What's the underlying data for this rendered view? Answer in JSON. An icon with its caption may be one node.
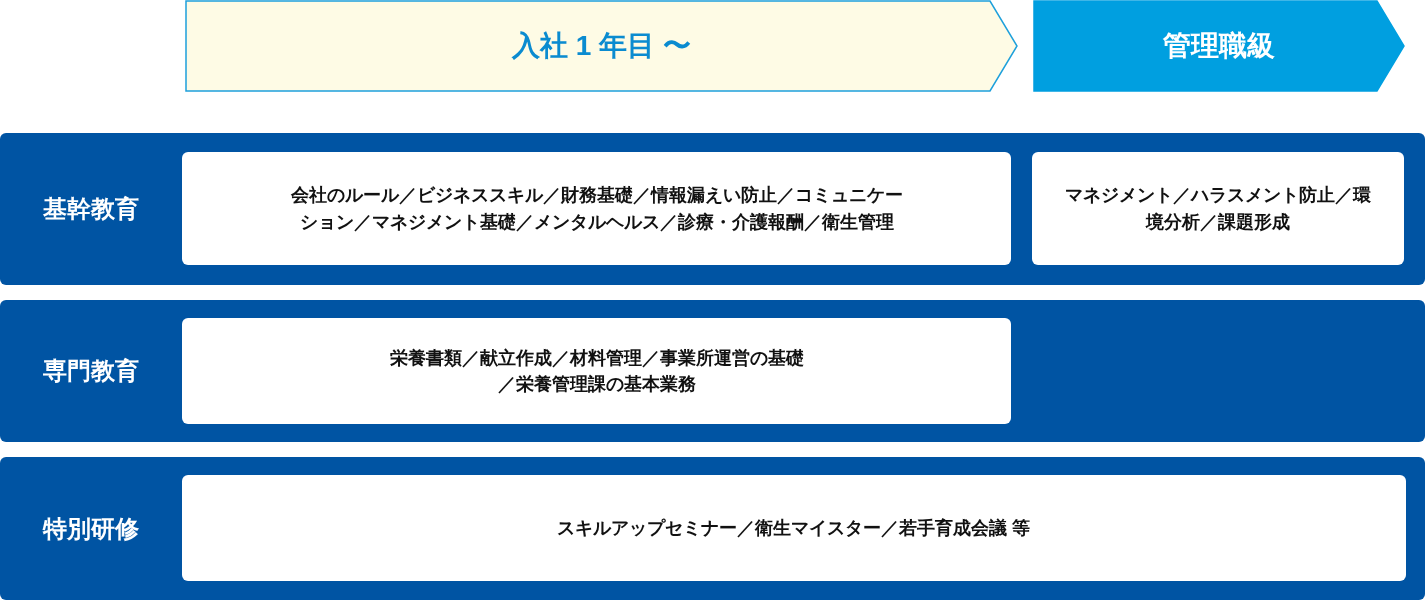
{
  "diagram": {
    "nodes": [
      {
        "text": [
          "入社 1 年目 〜"
        ]
      },
      {
        "text": [
          "管理職級"
        ]
      },
      {
        "text": [
          "基幹教育"
        ]
      },
      {
        "text": [
          "会社のルール／ビジネススキル／財務基礎／情報漏えい防止／コミュニケーション／マネジメント基礎／メンタルヘルス／診療・介護報酬／衛生管理"
        ],
        "in": 2
      },
      {
        "text": [
          "マネジメント／ハラスメント防止／環境分析／課題形成"
        ],
        "in": 2
      },
      {
        "text": [
          "専門教育"
        ]
      },
      {
        "text": [
          "栄養書類／献立作成／材料管理／事業所運営の基礎／栄養管理課の基本業務"
        ],
        "in": 5
      },
      {
        "text": [
          "特別研修"
        ]
      },
      {
        "text": [
          "スキルアップセミナー／衛生マイスター／若手育成会議 等"
        ],
        "in": 7
      }
    ]
  }
}
